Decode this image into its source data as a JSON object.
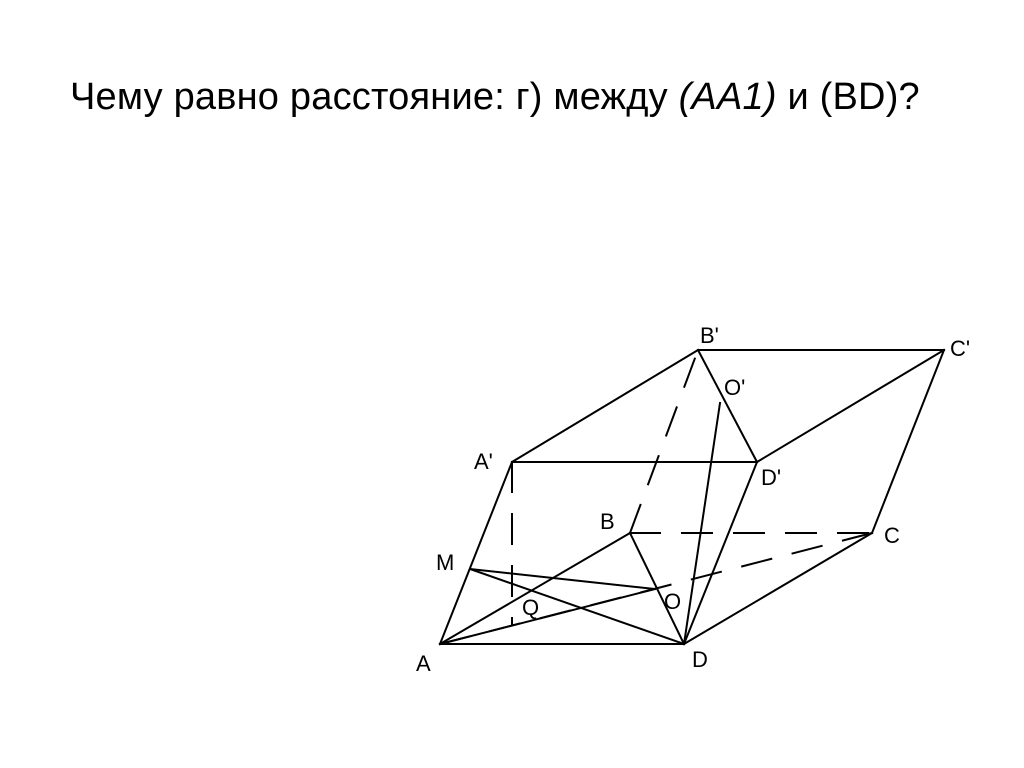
{
  "title": {
    "part1": "Чему равно расстояние:  г) между ",
    "part2": "(AA1)",
    "part3": " и (BD)?"
  },
  "diagram": {
    "colors": {
      "stroke": "#000000",
      "background": "#ffffff"
    },
    "points": [
      {
        "id": "A",
        "label": "A"
      },
      {
        "id": "D",
        "label": "D"
      },
      {
        "id": "C",
        "label": "C"
      },
      {
        "id": "B",
        "label": "B"
      },
      {
        "id": "A1",
        "label": "A'"
      },
      {
        "id": "B1",
        "label": "B'"
      },
      {
        "id": "C1",
        "label": "C'"
      },
      {
        "id": "D1",
        "label": "D'"
      },
      {
        "id": "O",
        "label": "O"
      },
      {
        "id": "O1",
        "label": "O'"
      },
      {
        "id": "M",
        "label": "M"
      },
      {
        "id": "Q",
        "label": "Q"
      }
    ],
    "edges": [
      {
        "from": "A",
        "to": "D",
        "style": "solid"
      },
      {
        "from": "D",
        "to": "C",
        "style": "solid"
      },
      {
        "from": "A",
        "to": "A1",
        "style": "solid"
      },
      {
        "from": "A1",
        "to": "D1",
        "style": "solid"
      },
      {
        "from": "A1",
        "to": "B1",
        "style": "solid"
      },
      {
        "from": "B1",
        "to": "C1",
        "style": "solid"
      },
      {
        "from": "C1",
        "to": "C",
        "style": "solid"
      },
      {
        "from": "C1",
        "to": "D1",
        "style": "solid"
      },
      {
        "from": "B1",
        "to": "D1",
        "style": "solid"
      },
      {
        "from": "D1",
        "to": "D",
        "style": "solid"
      },
      {
        "from": "O1",
        "to": "D",
        "style": "solid"
      },
      {
        "from": "B",
        "to": "D",
        "style": "solid"
      },
      {
        "from": "M",
        "to": "D",
        "style": "solid"
      },
      {
        "from": "M",
        "to": "O",
        "style": "solid"
      },
      {
        "from": "A",
        "to": "O",
        "style": "solid"
      },
      {
        "from": "A",
        "to": "B",
        "style": "solid"
      },
      {
        "from": "B",
        "to": "C",
        "style": "dashed"
      },
      {
        "from": "A",
        "to": "C",
        "style": "dashed"
      },
      {
        "from": "B",
        "to": "B1",
        "style": "dashed"
      },
      {
        "from": "A1",
        "to": "Q",
        "style": "dashed"
      }
    ]
  }
}
